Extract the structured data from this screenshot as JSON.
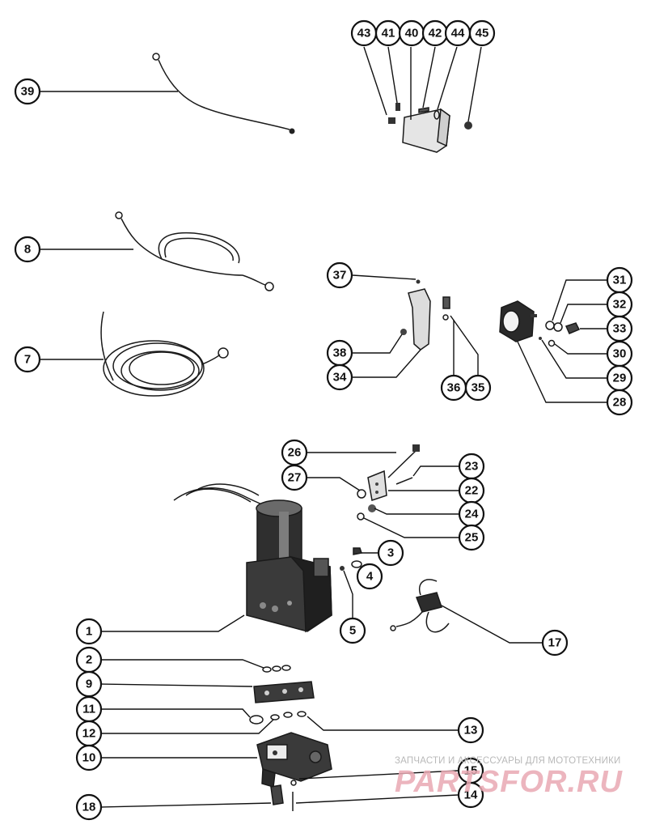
{
  "watermark": {
    "line1": "ЗАПЧАСТИ И АКСЕССУАРЫ ДЛЯ МОТОТЕХНИКИ",
    "brand": "PARTSFOR.RU"
  },
  "callouts": [
    "1",
    "2",
    "3",
    "4",
    "5",
    "7",
    "8",
    "9",
    "10",
    "11",
    "12",
    "13",
    "14",
    "15",
    "17",
    "18",
    "22",
    "23",
    "24",
    "25",
    "26",
    "27",
    "28",
    "29",
    "30",
    "31",
    "32",
    "33",
    "34",
    "35",
    "36",
    "37",
    "38",
    "39",
    "40",
    "41",
    "42",
    "43",
    "44",
    "45"
  ],
  "colors": {
    "line": "#111111",
    "watermark": "#e9a9b3"
  }
}
